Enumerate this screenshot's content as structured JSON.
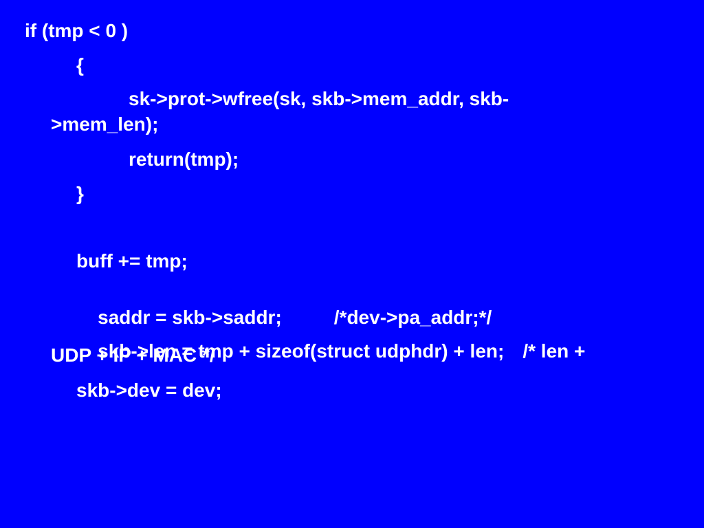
{
  "theme": {
    "background": "#0000FF",
    "text": "#FFFFFF"
  },
  "code": {
    "line_if": "if (tmp < 0 )",
    "open_brace": "{",
    "wfree_a": "sk->prot->wfree(sk, skb->mem_addr, skb-",
    "wfree_b": ">mem_len);",
    "return": "return(tmp);",
    "close_brace": "}",
    "buff": "buff += tmp;",
    "saddr_code": "saddr = skb->saddr;",
    "saddr_comment": "/*dev->pa_addr;*/",
    "len_code": "skb->len = tmp + sizeof(struct udphdr) + len;",
    "len_comment_a": "/* len +",
    "len_comment_b": "UDP + IP + MAC */",
    "dev": "skb->dev = dev;"
  }
}
